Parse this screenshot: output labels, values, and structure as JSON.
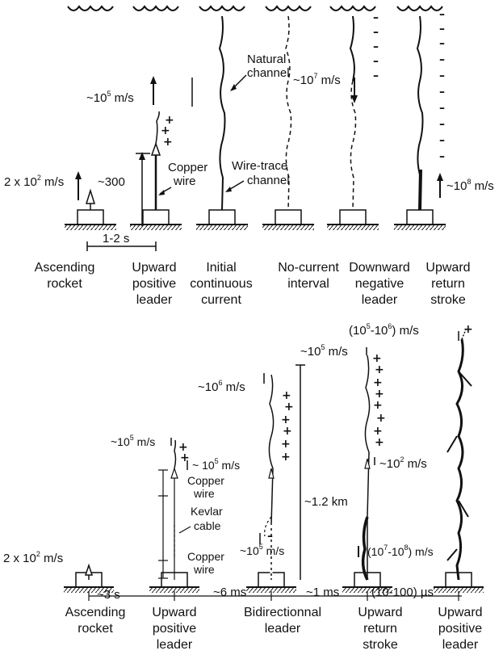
{
  "top_panel": {
    "labels": {
      "speed_1e5": "~10",
      "speed_1e5_exp": "5",
      "speed_1e5_unit": " m/s",
      "speed_2e2": "2 x 10",
      "speed_2e2_exp": "2",
      "speed_2e2_unit": " m/s",
      "height_300": "~300",
      "copper": "Copper",
      "wire": "wire",
      "natural": "Natural",
      "channel": "channel",
      "speed_1e7": "~10",
      "speed_1e7_exp": "7",
      "speed_1e7_unit": " m/s",
      "wire_trace": "Wire-trace",
      "wire_trace_channel": "channel",
      "speed_1e8": "~10",
      "speed_1e8_exp": "8",
      "speed_1e8_unit": " m/s",
      "interval_1_2s": "1-2 s"
    },
    "captions": [
      [
        "Ascending",
        "rocket"
      ],
      [
        "Upward",
        "positive",
        "leader"
      ],
      [
        "Initial",
        "continuous",
        "current"
      ],
      [
        "No-current",
        "interval"
      ],
      [
        "Downward",
        "negative",
        "leader"
      ],
      [
        "Upward",
        "return",
        "stroke"
      ]
    ]
  },
  "bottom_panel": {
    "labels": {
      "b_speed_1e5_top": "~10",
      "b_speed_1e5_top_exp": "5",
      "b_speed_1e5_top_unit": " m/s",
      "b_range_top": "(10",
      "b_range_top_exp1": "5",
      "b_range_top_mid": "-10",
      "b_range_top_exp2": "6",
      "b_range_top_end": ")  m/s",
      "b_speed_1e6": "~10",
      "b_speed_1e6_exp": "6",
      "b_speed_1e6_unit": " m/s",
      "b_speed_1e5_left": "~10",
      "b_speed_1e5_left_exp": "5",
      "b_speed_1e5_left_unit": " m/s",
      "b_speed_1e5_right": "~ 10",
      "b_speed_1e5_right_exp": "5",
      "b_speed_1e5_right_unit": "  m/s",
      "b_copper1": "Copper",
      "b_wire1": "wire",
      "b_kevlar": "Kevlar",
      "b_cable": "cable",
      "b_copper2": "Copper",
      "b_wire2": "wire",
      "b_height": "~1.2 km",
      "b_speed_1e2": "~10",
      "b_speed_1e2_exp": "2",
      "b_speed_1e2_unit": " m/s",
      "b_speed_down": "~10",
      "b_speed_down_exp": "5",
      "b_speed_down_unit": " m/s",
      "b_range_low": "(10",
      "b_range_low_exp1": "7",
      "b_range_low_mid": "-10",
      "b_range_low_exp2": "8",
      "b_range_low_end": ")   m/s",
      "b_speed_2e2": "2 x 10",
      "b_speed_2e2_exp": "2",
      "b_speed_2e2_unit": " m/s",
      "b_t_3s": "~3 s",
      "b_t_6ms": "~6 ms",
      "b_t_1ms": "~1 ms",
      "b_t_us": "(10-100) µs"
    },
    "captions": [
      [
        "Ascending",
        "rocket"
      ],
      [
        "Upward",
        "positive",
        "leader"
      ],
      [
        "Bidirectionnal",
        "leader"
      ],
      [
        "Upward",
        "return",
        "stroke"
      ],
      [
        "Upward",
        "positive",
        "leader"
      ]
    ]
  },
  "symbols": {
    "plus": "+",
    "minus": "–"
  }
}
